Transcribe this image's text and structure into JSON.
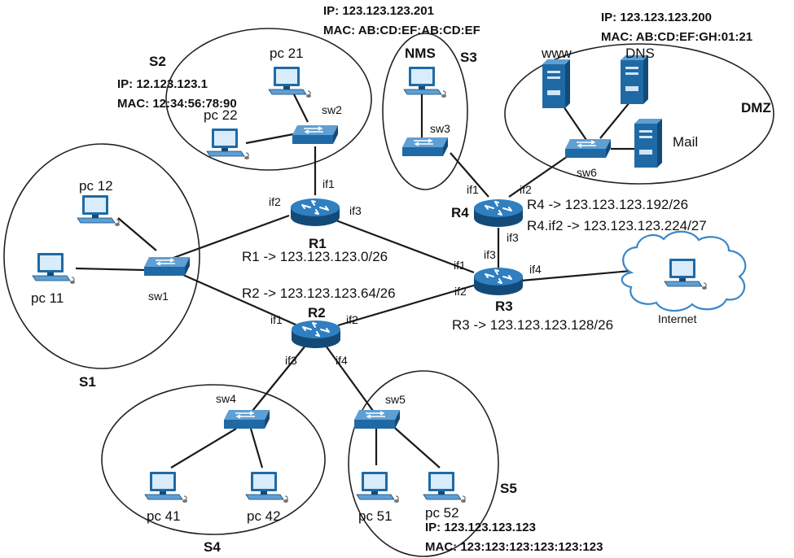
{
  "subnets": {
    "s1": "S1",
    "s2": "S2",
    "s3": "S3",
    "s4": "S4",
    "s5": "S5",
    "dmz": "DMZ"
  },
  "routers": {
    "r1": "R1",
    "r2": "R2",
    "r3": "R3",
    "r4": "R4"
  },
  "switches": {
    "sw1": "sw1",
    "sw2": "sw2",
    "sw3": "sw3",
    "sw4": "sw4",
    "sw5": "sw5",
    "sw6": "sw6"
  },
  "hosts": {
    "pc11": "pc 11",
    "pc12": "pc 12",
    "pc21": "pc 21",
    "pc22": "pc 22",
    "pc41": "pc 41",
    "pc42": "pc 42",
    "pc51": "pc 51",
    "pc52": "pc 52",
    "nms": "NMS",
    "www": "www",
    "dns": "DNS",
    "mail": "Mail",
    "internet": "Internet"
  },
  "interfaces": {
    "r1_if1": "if1",
    "r1_if2": "if2",
    "r1_if3": "if3",
    "r2_if1": "if1",
    "r2_if2": "if2",
    "r2_if3": "if3",
    "r2_if4": "if4",
    "r3_if1": "if1",
    "r3_if2": "if2",
    "r3_if3": "if3",
    "r3_if4": "if4",
    "r4_if1": "if1",
    "r4_if2": "if2",
    "r4_if3": "if3"
  },
  "routes": {
    "r1": "R1 -> 123.123.123.0/26",
    "r2": "R2 -> 123.123.123.64/26",
    "r3": "R3 -> 123.123.123.128/26",
    "r4": "R4 -> 123.123.123.192/26",
    "r4_if2": "R4.if2 -> 123.123.123.224/27"
  },
  "addresses": {
    "pc22_ip": "IP: 12.123.123.1",
    "pc22_mac": "MAC: 12:34:56:78:90",
    "nms_ip": "IP: 123.123.123.201",
    "nms_mac": "MAC: AB:CD:EF:AB:CD:EF",
    "dns_ip": "IP: 123.123.123.200",
    "dns_mac": "MAC: AB:CD:EF:GH:01:21",
    "pc52_ip": "IP: 123.123.123.123",
    "pc52_mac": "MAC: 123:123:123:123:123:123"
  },
  "colors": {
    "device_blue": "#1f6aa5",
    "device_dark": "#134a78",
    "device_light": "#5e9fd4",
    "cloud_stroke": "#3a86c8"
  }
}
